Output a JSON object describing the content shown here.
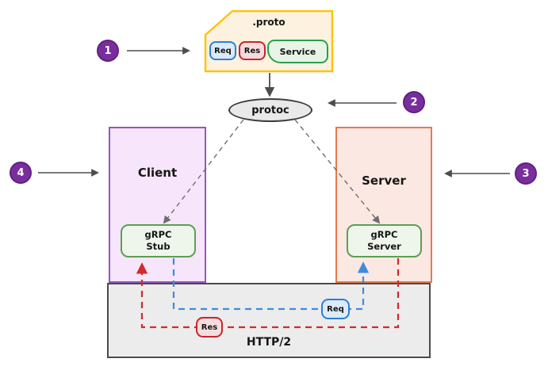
{
  "colors": {
    "text": "#161616",
    "step-badge": "#7A2E9D",
    "step-badge-border": "#5E2380",
    "proto-border": "#FFC20E",
    "proto-fill": "#FDF2E0",
    "req-border": "#2E7FD4",
    "req-fill": "#DCEAFA",
    "res-border": "#C8252C",
    "res-fill": "#F7DCDF",
    "service-border": "#28A149",
    "service-fill": "#E7F4E6",
    "protoc-border": "#3C3C3C",
    "protoc-fill": "#E9E9E9",
    "client-border": "#9357BB",
    "client-fill": "#F7E5FC",
    "server-border": "#E27B4F",
    "server-fill": "#FCE8E2",
    "grpc-border": "#5C9F54",
    "grpc-fill": "#EEF6EC",
    "http2-border": "#4A4A4A",
    "http2-fill": "#ECECEC",
    "flow-blue": "#3D8CDE",
    "flow-red": "#D32A2A",
    "connector": "#4D4D4D"
  },
  "steps": [
    {
      "number": "1"
    },
    {
      "number": "2"
    },
    {
      "number": "3"
    },
    {
      "number": "4"
    }
  ],
  "proto_file": {
    "label": ".proto",
    "request_chip": "Req",
    "response_chip": "Res",
    "service_chip": "Service"
  },
  "compiler": {
    "label": "protoc"
  },
  "client": {
    "label": "Client",
    "stub_label": "gRPC\nStub"
  },
  "server": {
    "label": "Server",
    "handler_label": "gRPC\nServer"
  },
  "transport": {
    "label": "HTTP/2",
    "request_chip": "Req",
    "response_chip": "Res"
  }
}
